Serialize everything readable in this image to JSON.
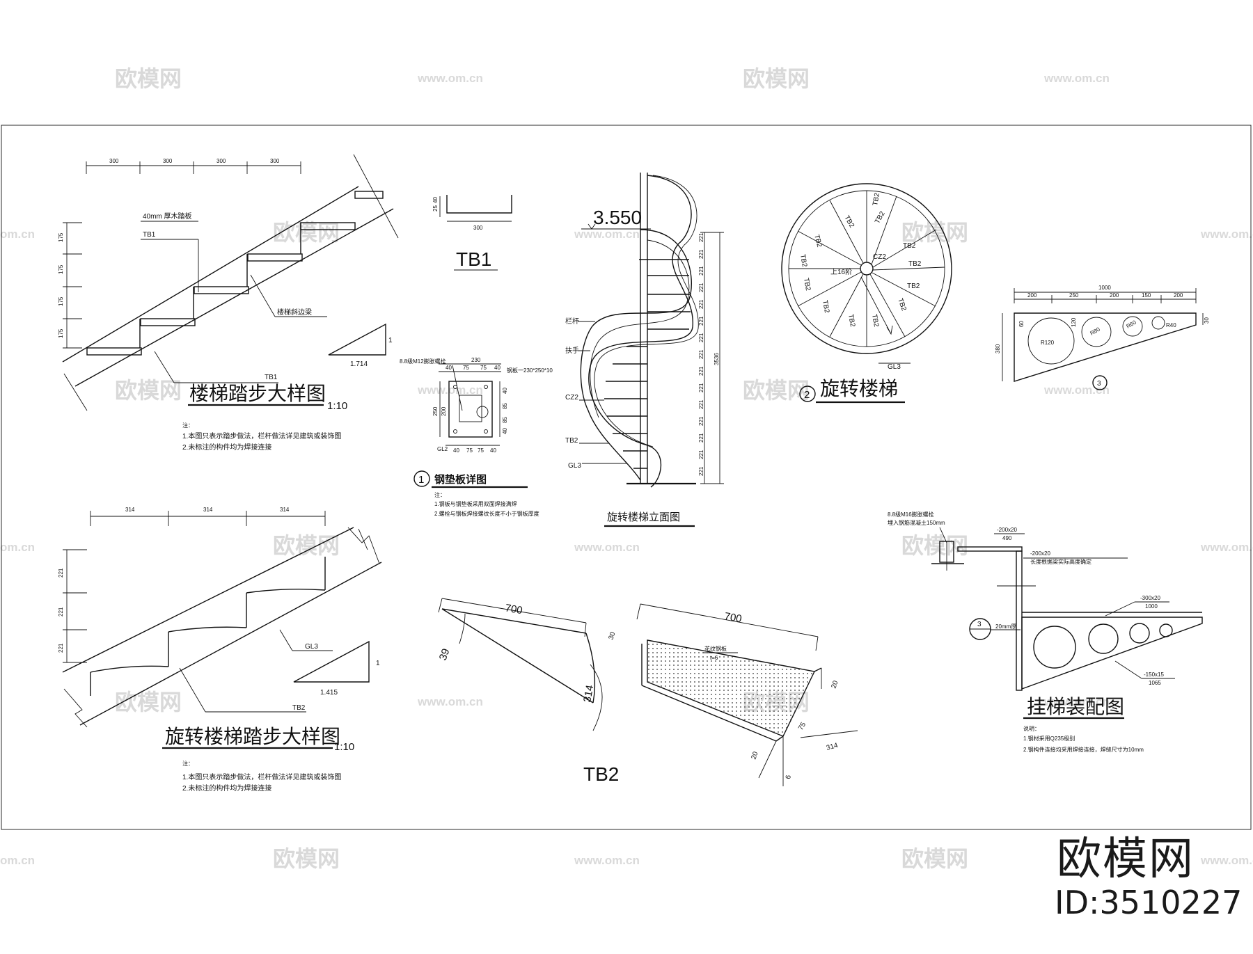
{
  "watermarks": {
    "brand": "欧模网",
    "url": "www.om.cn",
    "url_cut": "om.cn"
  },
  "stair_detail": {
    "title": "楼梯踏步大样图",
    "scale": "1:10",
    "dims": [
      "300",
      "300",
      "300",
      "300"
    ],
    "rises": [
      "175",
      "175",
      "175",
      "175"
    ],
    "plank_note": "40mm 厚木踏板",
    "tb1_a": "TB1",
    "tb1_b": "TB1",
    "beam_note": "楼梯斜边梁",
    "slope": "1.714",
    "slope_one": "1",
    "note_head": "注：",
    "note1": "1.本图只表示踏步做法，栏杆做法详见建筑或装饰图",
    "note2": "2.未标注的构件均为焊接连接"
  },
  "tb1": {
    "label": "TB1",
    "dim_h1": "25",
    "dim_h2": "40",
    "dim_w": "300"
  },
  "plate": {
    "title": "钢垫板详图",
    "num": "1",
    "bolt_note": "8.8级M12膨胀螺栓",
    "plate_note": "钢板一230*250*10",
    "w": "230",
    "w_parts": [
      "40",
      "75",
      "75",
      "40"
    ],
    "h": "250",
    "h2": "200",
    "h_parts": [
      "40",
      "85",
      "85",
      "40"
    ],
    "gl2": "GL2",
    "note_head": "注：",
    "note1": "1.钢板与钢垫板采用双面焊接满焊",
    "note2": "2.螺栓与钢板焊接螺纹长度不小于钢板厚度"
  },
  "elevation": {
    "title": "旋转楼梯立面图",
    "level": "3.550",
    "rail": "栏杆",
    "handrail": "扶手",
    "cz2": "CZ2",
    "tb2": "TB2",
    "gl3": "GL3",
    "rise": "221",
    "total": "3536"
  },
  "spiral_plan": {
    "title": "旋转楼梯",
    "num": "2",
    "up": "上16阶",
    "tb2": "TB2",
    "cz2": "CZ2",
    "gl3": "GL3"
  },
  "hanger_part": {
    "total": "1000",
    "segs": [
      "200",
      "250",
      "200",
      "150",
      "200"
    ],
    "h": "380",
    "h2": "30",
    "h3": "60",
    "h4": "120",
    "r1": "R120",
    "r2": "R80",
    "r3": "R60",
    "r4": "R40",
    "num": "3"
  },
  "spiral_step": {
    "title": "旋转楼梯踏步大样图",
    "scale": "1:10",
    "dims": [
      "314",
      "314",
      "314"
    ],
    "rises": [
      "221",
      "221",
      "221"
    ],
    "gl3": "GL3",
    "tb2": "TB2",
    "slope": "1.415",
    "slope_one": "1",
    "note_head": "注：",
    "note1": "1.本图只表示踏步做法，栏杆做法详见建筑或装饰图",
    "note2": "2.未标注的构件均为焊接连接"
  },
  "tb2": {
    "label": "TB2",
    "len": "700",
    "ang": "39",
    "arc": "314",
    "iso_len": "700",
    "plate_name": "花纹钢板",
    "plate_t": "t=6",
    "d30": "30",
    "d20": "20",
    "d75": "75",
    "d314": "314",
    "d6": "6"
  },
  "hanger_assembly": {
    "title": "挂梯装配图",
    "bolt_note": "8.8级M16膨胀螺栓",
    "bolt_note2": "埋入钢筋混凝土150mm",
    "plate1": "-200x20",
    "plate1_len": "490",
    "plate2": "-200x20",
    "plate2_note": "长度根据梁实际高度确定",
    "beam1": "-300x20",
    "beam1_len": "1000",
    "beam2": "-150x15",
    "beam2_len": "1065",
    "gap": "20mm厚",
    "mark": "3",
    "note_head": "说明：",
    "note1": "1.钢材采用Q235级别",
    "note2": "2.钢构件连接均采用焊接连接，焊缝尺寸为10mm"
  },
  "footer": {
    "brand": "欧模网",
    "id": "ID:3510227"
  }
}
